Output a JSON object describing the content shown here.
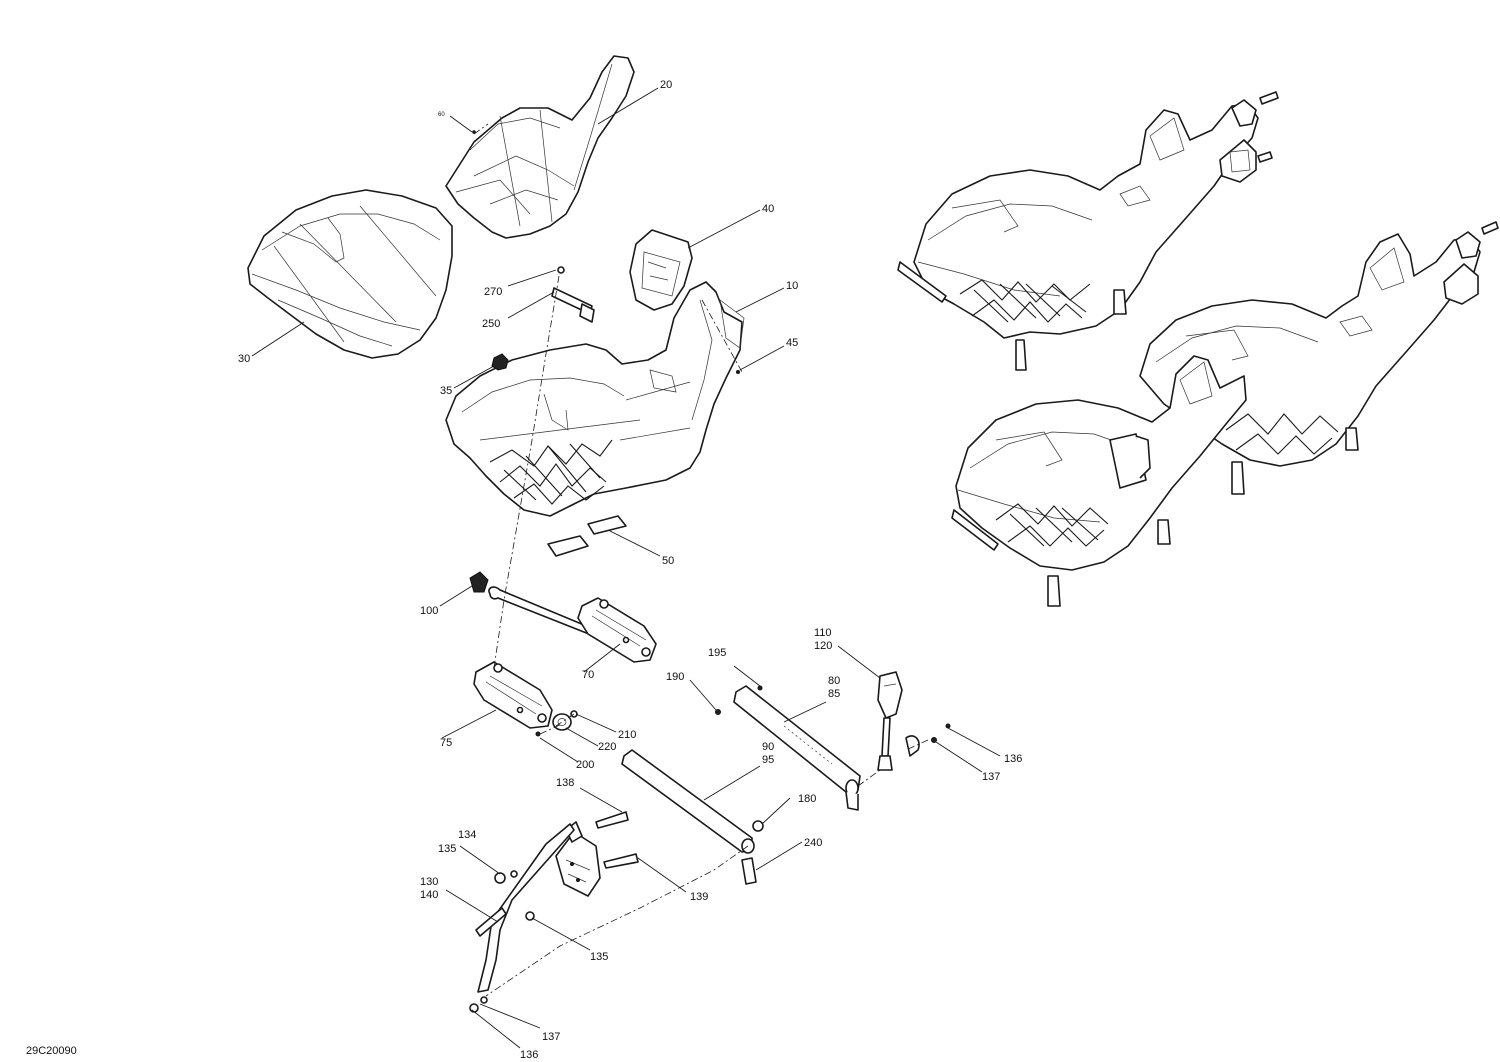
{
  "diagram_code": "29C20090",
  "callouts": {
    "c10": "10",
    "c20": "20",
    "c30": "30",
    "c35": "35",
    "c40": "40",
    "c45": "45",
    "c50": "50",
    "c60": "60",
    "c70": "70",
    "c75": "75",
    "c80": "80",
    "c85": "85",
    "c90": "90",
    "c95": "95",
    "c100": "100",
    "c110": "110",
    "c120": "120",
    "c130": "130",
    "c134": "134",
    "c135a": "135",
    "c135b": "135",
    "c136a": "136",
    "c136b": "136",
    "c137a": "137",
    "c137b": "137",
    "c138": "138",
    "c139": "139",
    "c140": "140",
    "c180": "180",
    "c190": "190",
    "c195": "195",
    "c200": "200",
    "c210": "210",
    "c220": "220",
    "c240": "240",
    "c250": "250",
    "c270": "270"
  }
}
